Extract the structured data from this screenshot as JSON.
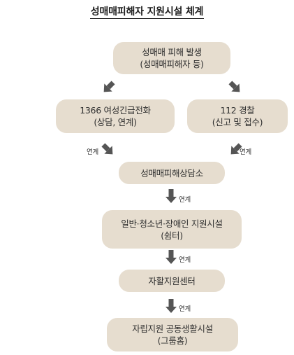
{
  "title": "성매매피해자 지원시설 체계",
  "nodes": {
    "victim": {
      "line1": "성매매 피해 발생",
      "line2": "(성매매피해자 등)"
    },
    "hotline": {
      "line1": "1366 여성긴급전화",
      "line2": "(상담,  연계)"
    },
    "police": {
      "line1": "112 경찰",
      "line2": "(신고 및 접수)"
    },
    "counseling": {
      "line1": "성매매피해상담소"
    },
    "shelter": {
      "line1": "일반·청소년·장애인 지원시설",
      "line2": "(쉼터)"
    },
    "selfsupport": {
      "line1": "자활지원센터"
    },
    "group_home": {
      "line1": "자립지원 공동생활시설",
      "line2": "(그룹홈)"
    }
  },
  "edge_labels": {
    "hotline_to_counseling": "연계",
    "police_to_counseling": "연계",
    "counseling_to_shelter": "연계",
    "shelter_to_selfsupport": "연계",
    "selfsupport_to_grouphome": "연계"
  },
  "colors": {
    "box_fill": "#e6ddcf",
    "arrow": "#555555"
  }
}
